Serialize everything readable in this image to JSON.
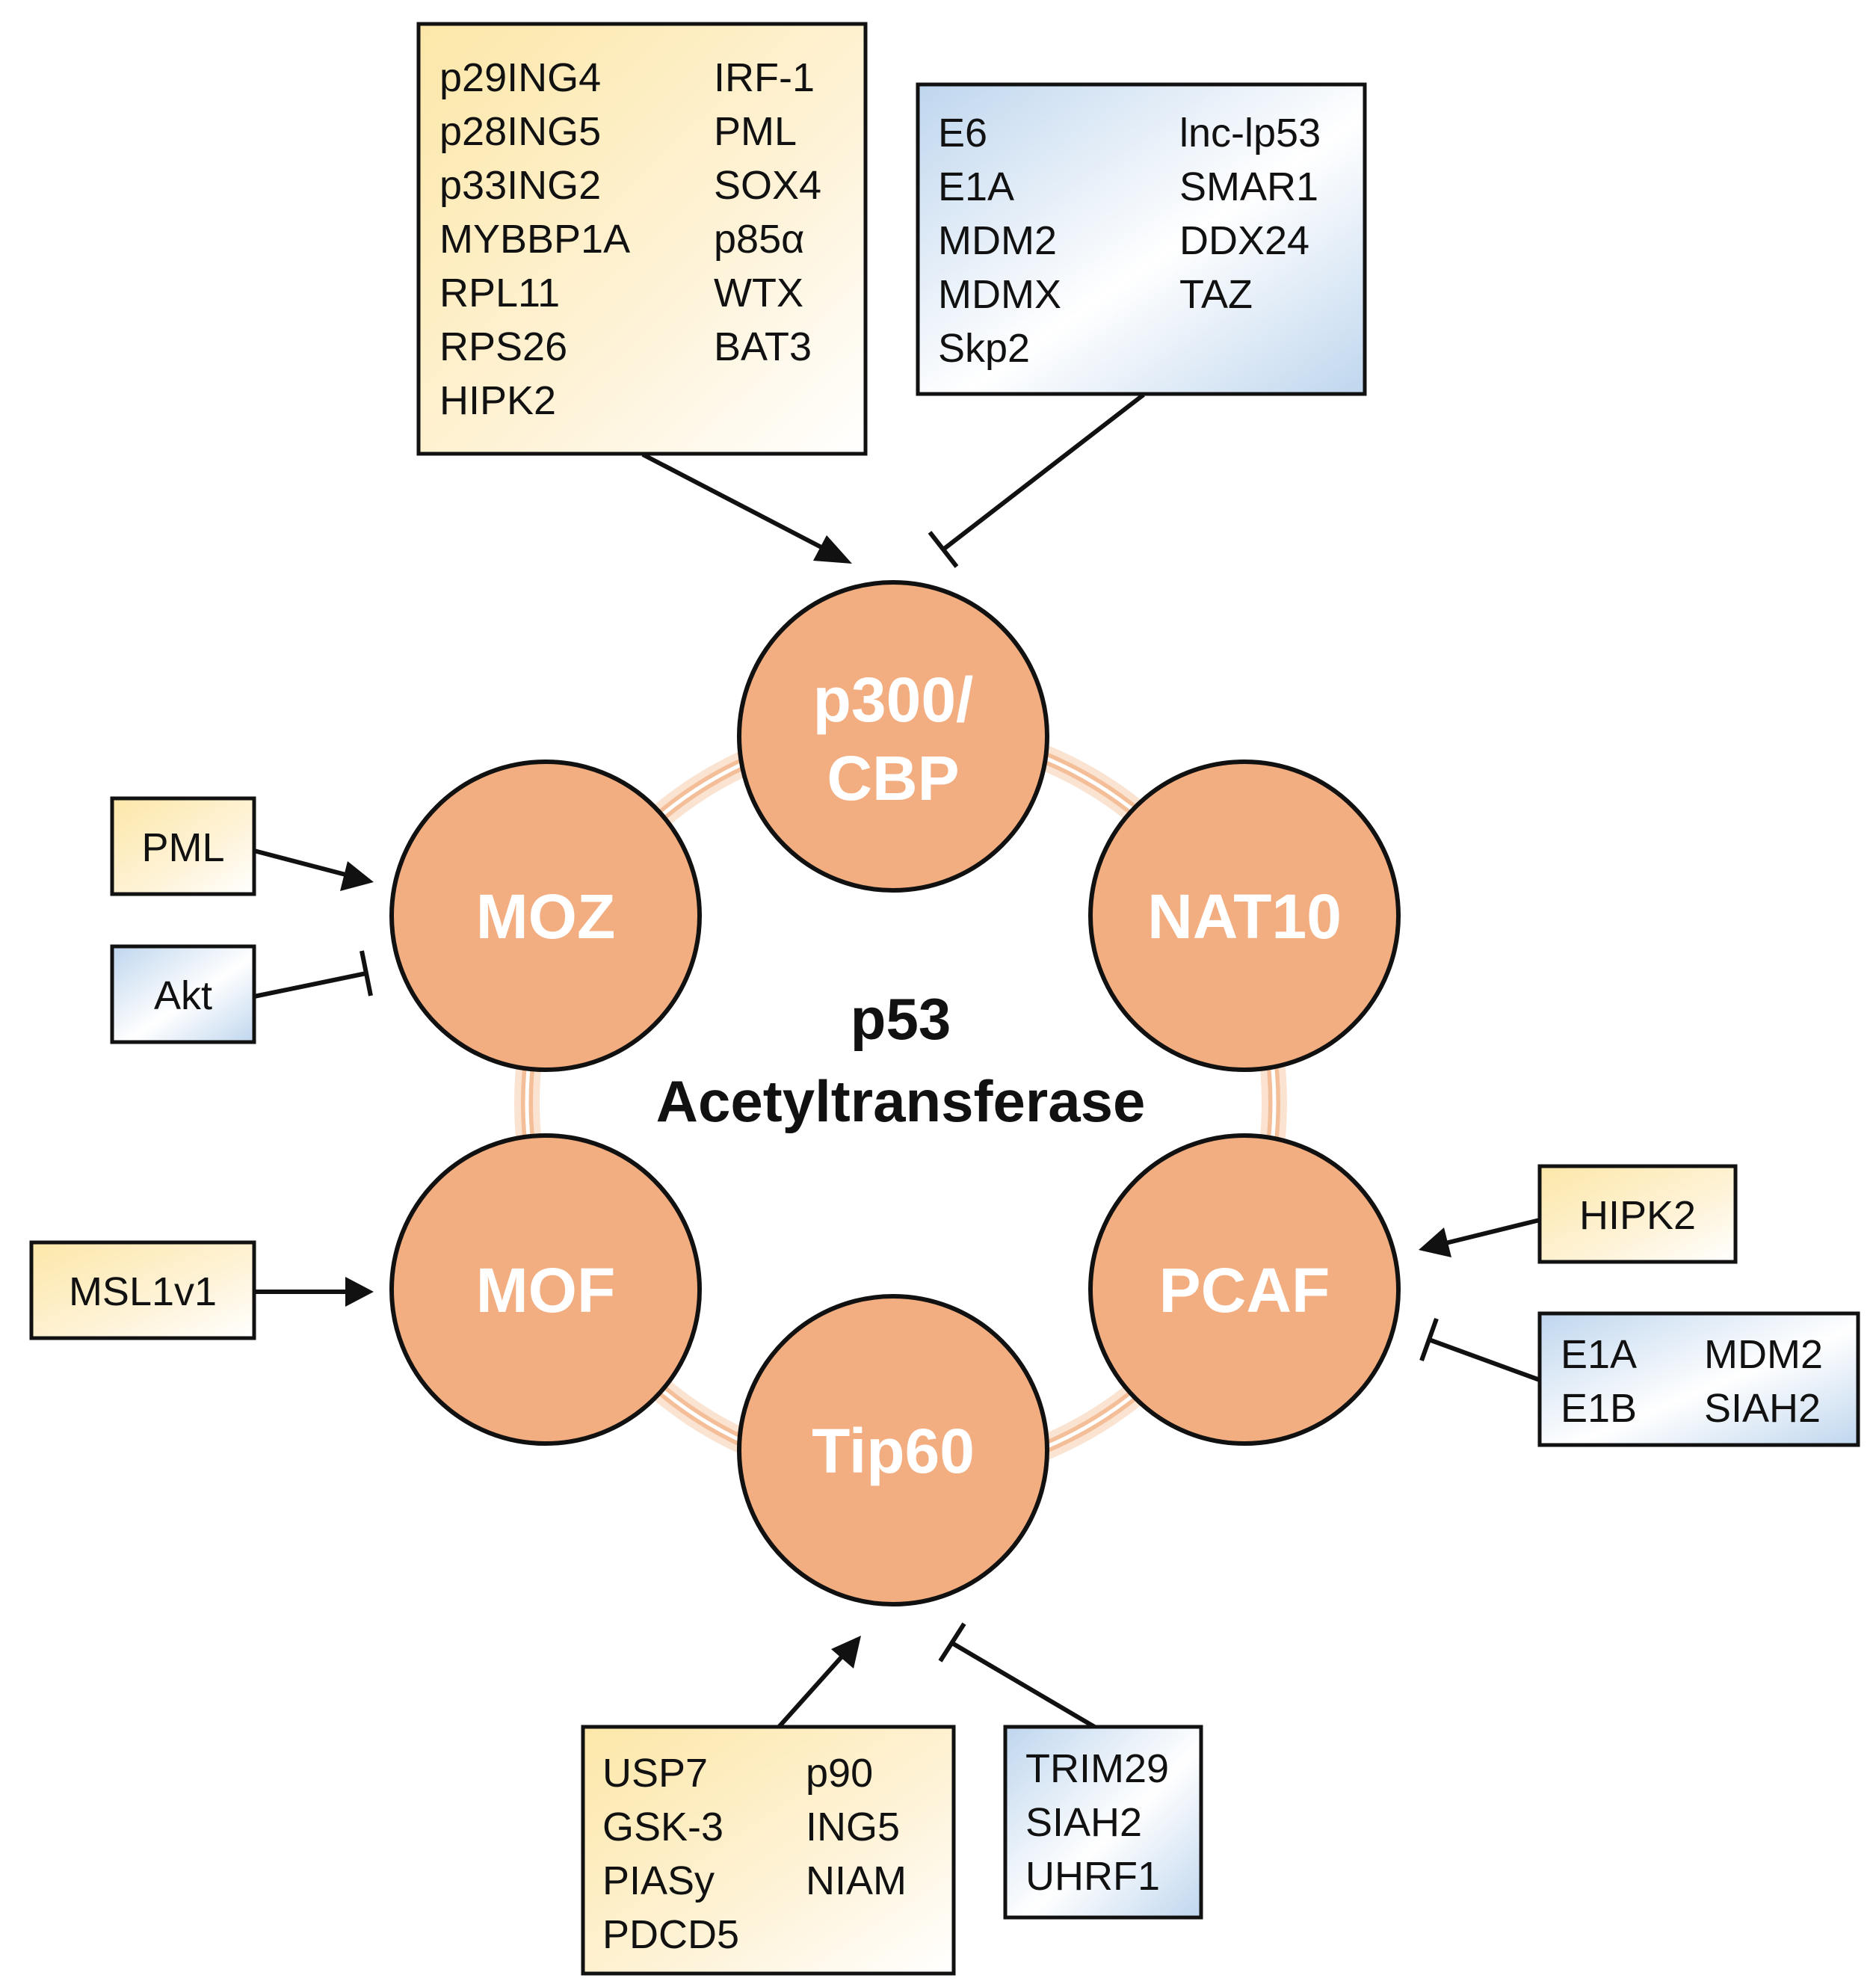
{
  "center": {
    "line1": "p53",
    "line2": "Acetyltransferase"
  },
  "nodes": {
    "p300": {
      "line1": "p300/",
      "line2": "CBP"
    },
    "moz": "MOZ",
    "nat10": "NAT10",
    "mof": "MOF",
    "pcaf": "PCAF",
    "tip60": "Tip60"
  },
  "boxes": {
    "p300_activators": {
      "col1": [
        "p29ING4",
        "p28ING5",
        "p33ING2",
        "MYBBP1A",
        "RPL11",
        "RPS26",
        "HIPK2"
      ],
      "col2": [
        "IRF-1",
        "PML",
        "SOX4",
        "p85α",
        "WTX",
        "BAT3"
      ]
    },
    "p300_inhibitors": {
      "col1": [
        "E6",
        "E1A",
        "MDM2",
        "MDMX",
        "Skp2"
      ],
      "col2": [
        "lnc-lp53",
        "SMAR1",
        "DDX24",
        "TAZ"
      ]
    },
    "moz_activator": "PML",
    "moz_inhibitor": "Akt",
    "mof_activator": "MSL1v1",
    "pcaf_activator": "HIPK2",
    "pcaf_inhibitors": {
      "col1": [
        "E1A",
        "E1B"
      ],
      "col2": [
        "MDM2",
        "SIAH2"
      ]
    },
    "tip60_activators": {
      "col1": [
        "USP7",
        "GSK-3",
        "PIASy",
        "PDCD5"
      ],
      "col2": [
        "p90",
        "ING5",
        "NIAM"
      ]
    },
    "tip60_inhibitors": [
      "TRIM29",
      "SIAH2",
      "UHRF1"
    ]
  },
  "colors": {
    "node_fill": "#F2AE80",
    "activator_box": "#FCEBB5",
    "inhibitor_box": "#C8DCF0",
    "ring_glow": "#F6C9A8"
  }
}
